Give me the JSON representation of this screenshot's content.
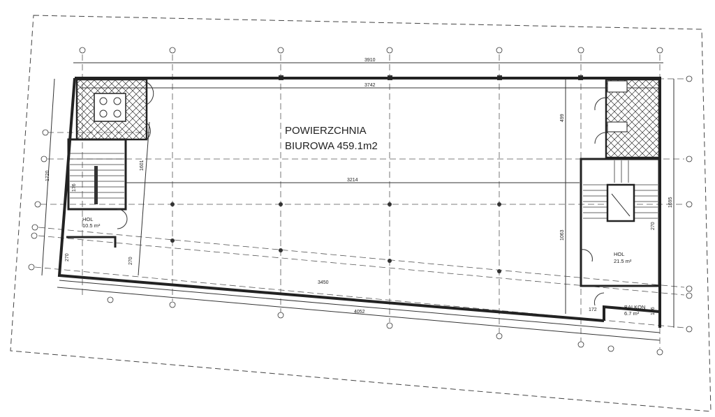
{
  "plan": {
    "office_area": {
      "line1": "POWIERZCHNIA",
      "line2": "BIUROWA 459.1m2"
    },
    "rooms": [
      {
        "name": "HOL",
        "area": "10.5 m²"
      },
      {
        "name": "HOL",
        "area": "21.5 m²"
      },
      {
        "name": "BALKON",
        "area": "6.7 m²"
      }
    ],
    "dimensions": {
      "top_outer": "3910",
      "top_inner": "3742",
      "middle": "3214",
      "bottom_inner": "3450",
      "bottom_outer": "4052",
      "right_upper": "499",
      "right_lower": "1063",
      "right_total": "1695",
      "left_total": "1720",
      "left_core": "1601",
      "left_stair": "176",
      "left_wall_a": "270",
      "left_wall_b": "270",
      "balcony_w": "172",
      "balcony_h": "156",
      "right_stair": "270"
    }
  }
}
